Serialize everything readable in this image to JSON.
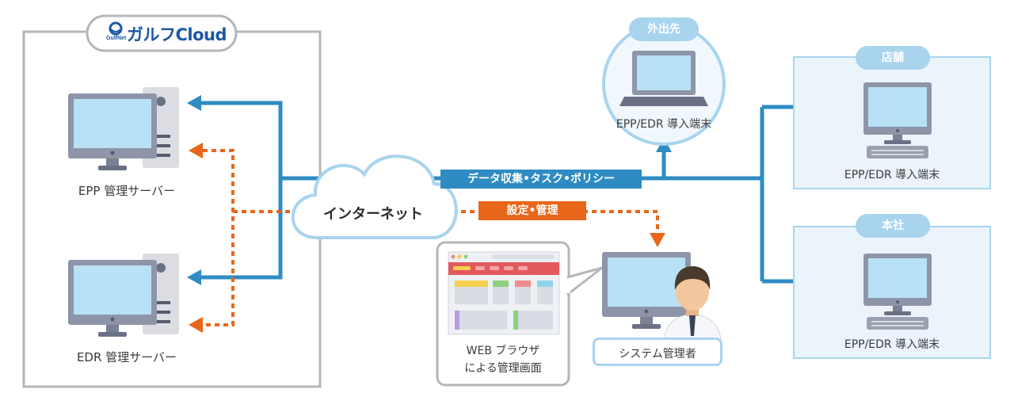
{
  "brand": {
    "logo_small": "GulfNet",
    "name": "ガルフCloud"
  },
  "servers": {
    "epp_label": "EPP 管理サーバー",
    "edr_label": "EDR 管理サーバー"
  },
  "internet": {
    "label": "インターネット"
  },
  "flows": {
    "data_flow": "データ収集•タスク•ポリシー",
    "settings_flow": "設定•管理"
  },
  "remote": {
    "badge": "外出先",
    "device_label": "EPP/EDR 導入端末"
  },
  "store": {
    "badge": "店舗",
    "device_label": "EPP/EDR 導入端末"
  },
  "hq": {
    "badge": "本社",
    "device_label": "EPP/EDR 導入端末"
  },
  "browser": {
    "caption_line1": "WEB ブラウザ",
    "caption_line2": "による管理画面"
  },
  "admin": {
    "label": "システム管理者"
  },
  "colors": {
    "blue_line": "#2e8cc2",
    "orange_dash": "#e8661a",
    "light_blue": "#a8d4ee",
    "site_bg": "#ebf4fa"
  }
}
